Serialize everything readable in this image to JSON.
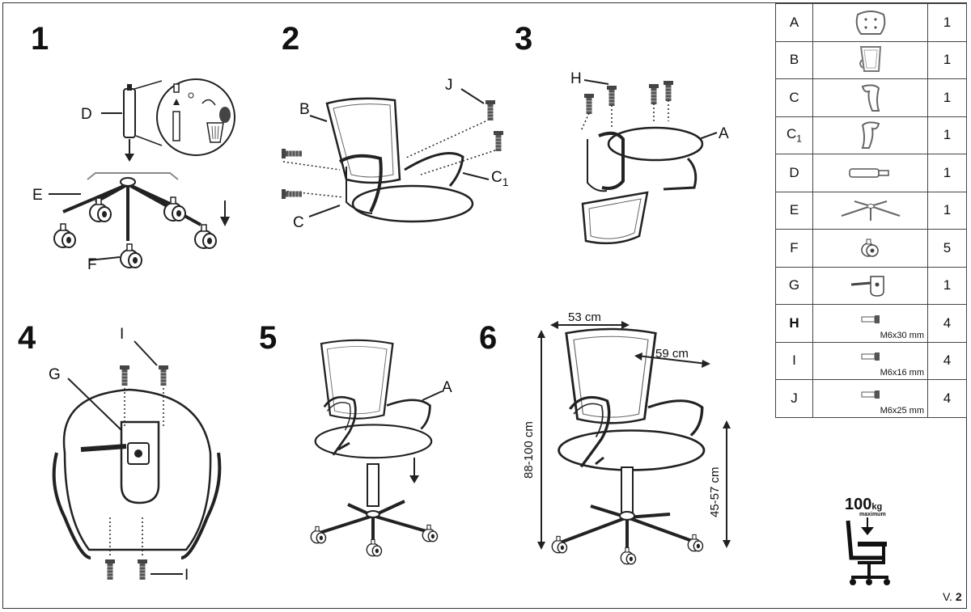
{
  "steps": [
    "1",
    "2",
    "3",
    "4",
    "5",
    "6"
  ],
  "labels": {
    "step1": {
      "D": "D",
      "E": "E",
      "F": "F"
    },
    "step2": {
      "B": "B",
      "J": "J",
      "C": "C",
      "C1": "C",
      "C1_sub": "1"
    },
    "step3": {
      "H": "H",
      "A": "A"
    },
    "step4": {
      "G": "G",
      "I_top": "I",
      "I_bottom": "I"
    },
    "step5": {
      "A": "A"
    }
  },
  "dimensions": {
    "width": "53 cm",
    "depth": "59 cm",
    "height": "88-100 cm",
    "seat_height": "45-57 cm"
  },
  "parts": [
    {
      "code": "A",
      "sub": "",
      "qty": "1",
      "icon": "seat-icon",
      "size": ""
    },
    {
      "code": "B",
      "sub": "",
      "qty": "1",
      "icon": "backrest-icon",
      "size": ""
    },
    {
      "code": "C",
      "sub": "",
      "qty": "1",
      "icon": "armrest-left-icon",
      "size": ""
    },
    {
      "code": "C",
      "sub": "1",
      "qty": "1",
      "icon": "armrest-right-icon",
      "size": ""
    },
    {
      "code": "D",
      "sub": "",
      "qty": "1",
      "icon": "gas-lift-icon",
      "size": ""
    },
    {
      "code": "E",
      "sub": "",
      "qty": "1",
      "icon": "star-base-icon",
      "size": ""
    },
    {
      "code": "F",
      "sub": "",
      "qty": "5",
      "icon": "caster-icon",
      "size": ""
    },
    {
      "code": "G",
      "sub": "",
      "qty": "1",
      "icon": "mechanism-icon",
      "size": ""
    },
    {
      "code": "H",
      "sub": "",
      "qty": "4",
      "icon": "bolt-icon",
      "size": "M6x30 mm"
    },
    {
      "code": "I",
      "sub": "",
      "qty": "4",
      "icon": "bolt-icon",
      "size": "M6x16 mm"
    },
    {
      "code": "J",
      "sub": "",
      "qty": "4",
      "icon": "bolt-icon",
      "size": "M6x25 mm"
    }
  ],
  "max_load": {
    "value": "100",
    "unit": "kg",
    "note": "maximum"
  },
  "version": {
    "prefix": "V.",
    "number": "2"
  }
}
